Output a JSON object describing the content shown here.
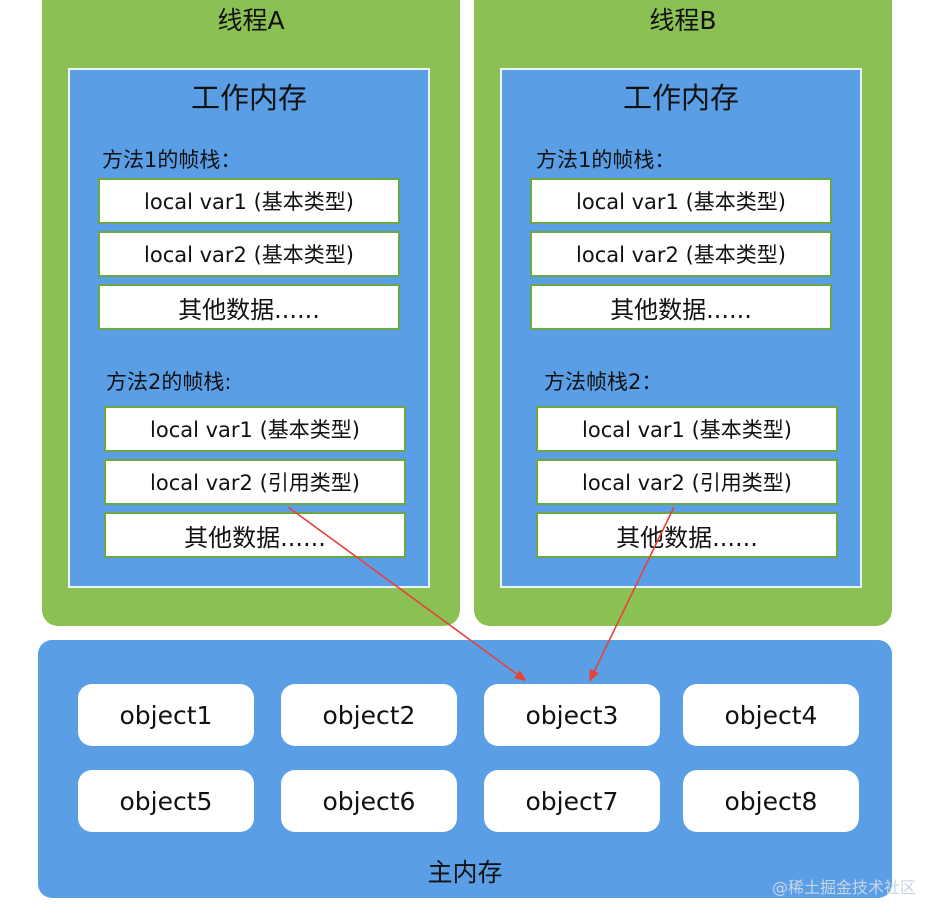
{
  "threads": [
    {
      "title": "线程A",
      "work_memory_title": "工作内存",
      "frames": [
        {
          "label": "方法1的帧栈：",
          "slots": [
            "local var1 (基本类型)",
            "local var2 (基本类型)",
            "其他数据......"
          ]
        },
        {
          "label": "方法2的帧栈:",
          "slots": [
            "local var1 (基本类型)",
            "local var2 (引用类型)",
            "其他数据......"
          ]
        }
      ]
    },
    {
      "title": "线程B",
      "work_memory_title": "工作内存",
      "frames": [
        {
          "label": "方法1的帧栈：",
          "slots": [
            "local var1 (基本类型)",
            "local var2 (基本类型)",
            "其他数据......"
          ]
        },
        {
          "label": "方法帧栈2：",
          "slots": [
            "local var1 (基本类型)",
            "local var2 (引用类型)",
            "其他数据......"
          ]
        }
      ]
    }
  ],
  "main_memory": {
    "title": "主内存",
    "objects": [
      "object1",
      "object2",
      "object3",
      "object4",
      "object5",
      "object6",
      "object7",
      "object8"
    ]
  },
  "references": [
    {
      "from": "线程A.方法2的帧栈.local var2",
      "to": "object3"
    },
    {
      "from": "线程B.方法帧栈2.local var2",
      "to": "object3"
    }
  ],
  "colors": {
    "thread_bg": "#8bc052",
    "memory_bg": "#5a9fe6",
    "slot_border": "#6aa846",
    "arrow": "#e8413a"
  },
  "watermark": "@稀土掘金技术社区"
}
